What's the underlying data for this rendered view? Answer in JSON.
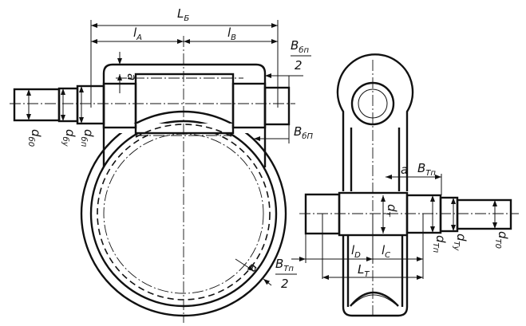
{
  "labels": {
    "L_B": {
      "main": "L",
      "sub": "Б"
    },
    "l_A": {
      "main": "l",
      "sub": "A"
    },
    "l_B": {
      "main": "l",
      "sub": "B"
    },
    "B_bp_half": {
      "main": "B",
      "sub": "бп",
      "den": "2"
    },
    "a_left": "a",
    "d_b0": {
      "main": "d",
      "sub": "б0"
    },
    "d_by": {
      "main": "d",
      "sub": "бу"
    },
    "d_bp": {
      "main": "d",
      "sub": "бп"
    },
    "B_bP": {
      "main": "B",
      "sub": "бП"
    },
    "a_ring": "a",
    "a_right": "a",
    "B_Tp": {
      "main": "B",
      "sub": "Tп"
    },
    "d_T": {
      "main": "d",
      "sub": "T"
    },
    "d_Tp": {
      "main": "d",
      "sub": "Tп"
    },
    "d_Ty": {
      "main": "d",
      "sub": "Tу"
    },
    "d_T0": {
      "main": "d",
      "sub": "T0"
    },
    "l_D": {
      "main": "l",
      "sub": "D"
    },
    "l_C": {
      "main": "l",
      "sub": "C"
    },
    "L_T": {
      "main": "L",
      "sub": "T"
    },
    "B_Tp_half": {
      "main": "B",
      "sub": "Tп",
      "den": "2"
    }
  }
}
